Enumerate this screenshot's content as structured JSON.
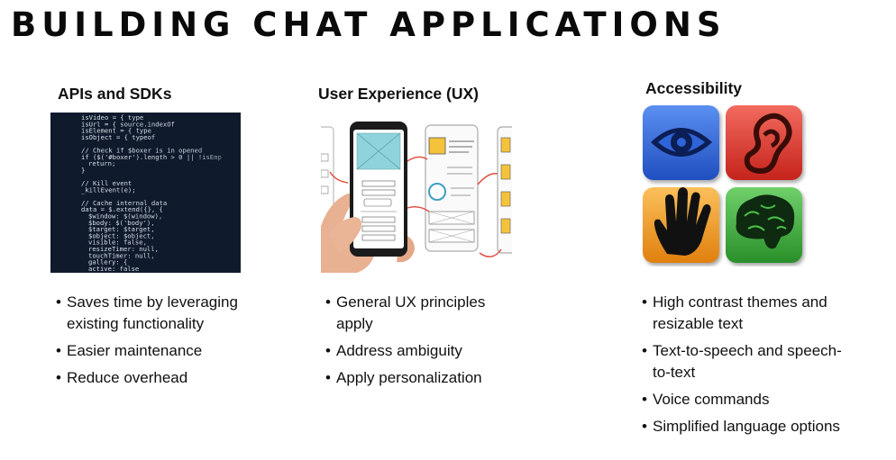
{
  "title": "BUILDING CHAT APPLICATIONS",
  "columns": [
    {
      "heading": "APIs and SDKs",
      "bullets": [
        "Saves time by leveraging existing functionality",
        "Easier maintenance",
        "Reduce overhead"
      ]
    },
    {
      "heading": "User Experience (UX)",
      "bullets": [
        "General UX principles apply",
        "Address ambiguity",
        "Apply personalization"
      ]
    },
    {
      "heading": "Accessibility",
      "bullets": [
        "High contrast themes and resizable text",
        "Text-to-speech and speech-to-text",
        "Voice commands",
        "Simplified language options"
      ]
    }
  ],
  "code_lines": [
    "isVideo = { type",
    "isUrl = { source.indexOf",
    "isElement = { type",
    "isObject = { typeof",
    "",
    "// Check if $boxer is in opened",
    "if ($('#boxer').length > 0 || !isEmp",
    "  return;",
    "}",
    "",
    "// Kill event",
    "_killEvent(e);",
    "",
    "// Cache internal data",
    "data = $.extend({}, {",
    "  $window: $(window),",
    "  $body: $('body'),",
    "  $target: $target,",
    "  $object: $object,",
    "  visible: false,",
    "  resizeTimer: null,",
    "  touchTimer: null,",
    "  gallery: {",
    "    active: false"
  ],
  "colors": {
    "eye_tile": "#2f63d8",
    "ear_tile": "#e2372c",
    "hand_tile": "#f39a1e",
    "brain_tile": "#3aa83a"
  },
  "icons": [
    "eye-icon",
    "ear-icon",
    "hand-icon",
    "brain-icon"
  ]
}
